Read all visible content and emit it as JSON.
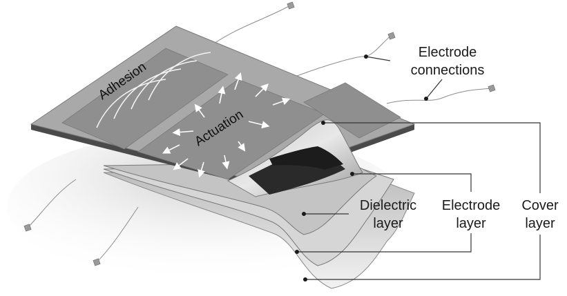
{
  "labels": {
    "adhesion": "Adhesion",
    "actuation": "Actuation",
    "electrode_connections": [
      "Electrode",
      "connections"
    ],
    "dielectric_layer": [
      "Dielectric",
      "layer"
    ],
    "electrode_layer": [
      "Electrode",
      "layer"
    ],
    "cover_layer": [
      "Cover",
      "layer"
    ]
  },
  "colors": {
    "top_sheet": "#a9a9a9",
    "electrode_pad": "#8a8a8a",
    "dark_electrode": "#2a2a2a",
    "line": "#333333"
  }
}
